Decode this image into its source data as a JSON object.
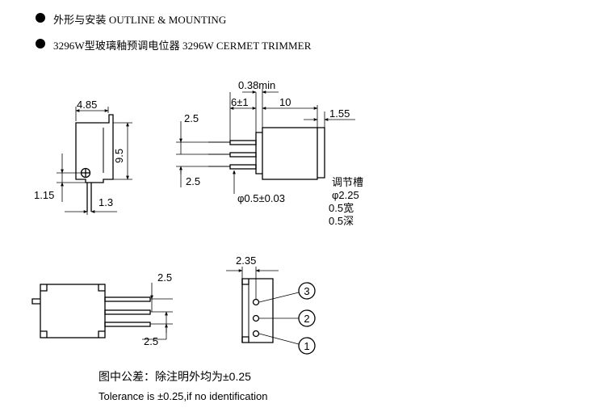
{
  "header": {
    "line1": "外形与安装    OUTLINE & MOUNTING",
    "line2": "3296W型玻璃釉预调电位器  3296W    CERMET TRIMMER"
  },
  "front_view": {
    "dim_width": "4.85",
    "dim_height": "9.5",
    "dim_lead_offset": "1.15",
    "dim_lead_width": "1.3"
  },
  "side_view": {
    "dim_min": "0.38min",
    "dim_body": "6±1",
    "dim_lead_length": "10",
    "dim_tab": "1.55",
    "dim_pitch_top": "2.5",
    "dim_pitch_bottom": "2.5",
    "dim_pin_diameter": "φ0.5±0.03"
  },
  "slot_note": {
    "title": "调节槽",
    "diameter": "φ2.25",
    "width": "0.5宽",
    "depth": "0.5深"
  },
  "bottom_view": {
    "dim_pitch_top": "2.5",
    "dim_pitch_bottom": "2.5"
  },
  "pin_view": {
    "dim_width": "2.35",
    "pin_3": "3",
    "pin_2": "2",
    "pin_1": "1"
  },
  "tolerance": {
    "chinese": "图中公差：除注明外均为±0.25",
    "english": "Tolerance is ±0.25,if no identification"
  }
}
